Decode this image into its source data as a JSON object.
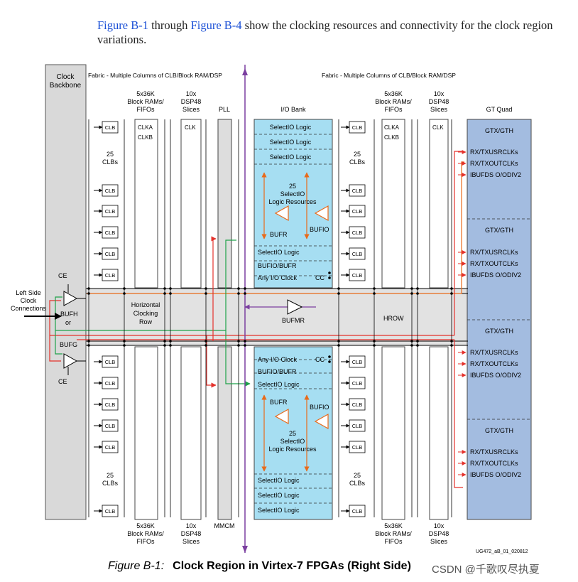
{
  "intro": {
    "link1": "Figure B-1",
    "mid": " through ",
    "link2": "Figure B-4",
    "rest": " show the clocking resources and connectivity for the clock region variations."
  },
  "diagram": {
    "clock_backbone": "Clock Backbone",
    "fabric_left": "Fabric - Multiple Columns of CLB/Block RAM/DSP",
    "fabric_right": "Fabric - Multiple Columns of CLB/Block RAM/DSP",
    "bram_header": [
      "5x36K",
      "Block RAMs/",
      "FIFOs"
    ],
    "dsp_header": [
      "10x",
      "DSP48",
      "Slices"
    ],
    "pll": "PLL",
    "mmcm": "MMCM",
    "io_bank": "I/O Bank",
    "gt_quad": "GT Quad",
    "clb": "CLB",
    "clbs_25": [
      "25",
      "CLBs"
    ],
    "clka": "CLKA",
    "clkb": "CLKB",
    "clk": "CLK",
    "selectio_logic": "SelectIO Logic",
    "selectio_resources": [
      "25",
      "SelectIO",
      "Logic Resources"
    ],
    "bufr": "BUFR",
    "bufio": "BUFIO",
    "bufio_bufr": "BUFIO/BUFR",
    "any_io_clock": "Any I/O Clock",
    "cc": "CC",
    "left_side": [
      "Left Side",
      "Clock",
      "Connections"
    ],
    "ce": "CE",
    "bufh": "BUFH",
    "or": "or",
    "bufg": "BUFG",
    "horizontal_clocking_row": [
      "Horizontal",
      "Clocking",
      "Row"
    ],
    "bufmr": "BUFMR",
    "hrow": "HROW",
    "gtx_gth": "GTX/GTH",
    "gt_signals": [
      "RX/TXUSRCLKs",
      "RX/TXOUTCLKs",
      "IBUFDS O/ODIV2"
    ],
    "doc_id": "UG472_aB_01_020812"
  },
  "caption": {
    "number": "Figure B-1:",
    "title": "Clock Region in Virtex-7 FPGAs (Right Side)"
  },
  "watermark": "CSDN @千歌叹尽执夏",
  "colors": {
    "clock_backbone_fill": "#d9d9d9",
    "io_bank_fill": "#a6def2",
    "gt_quad_fill": "#a3bce0",
    "hrow_fill": "#e2e2e2",
    "red_line": "#e4312b",
    "orange_line": "#e86a1a",
    "green_line": "#1fa24a",
    "purple_line": "#7b3fa0"
  }
}
